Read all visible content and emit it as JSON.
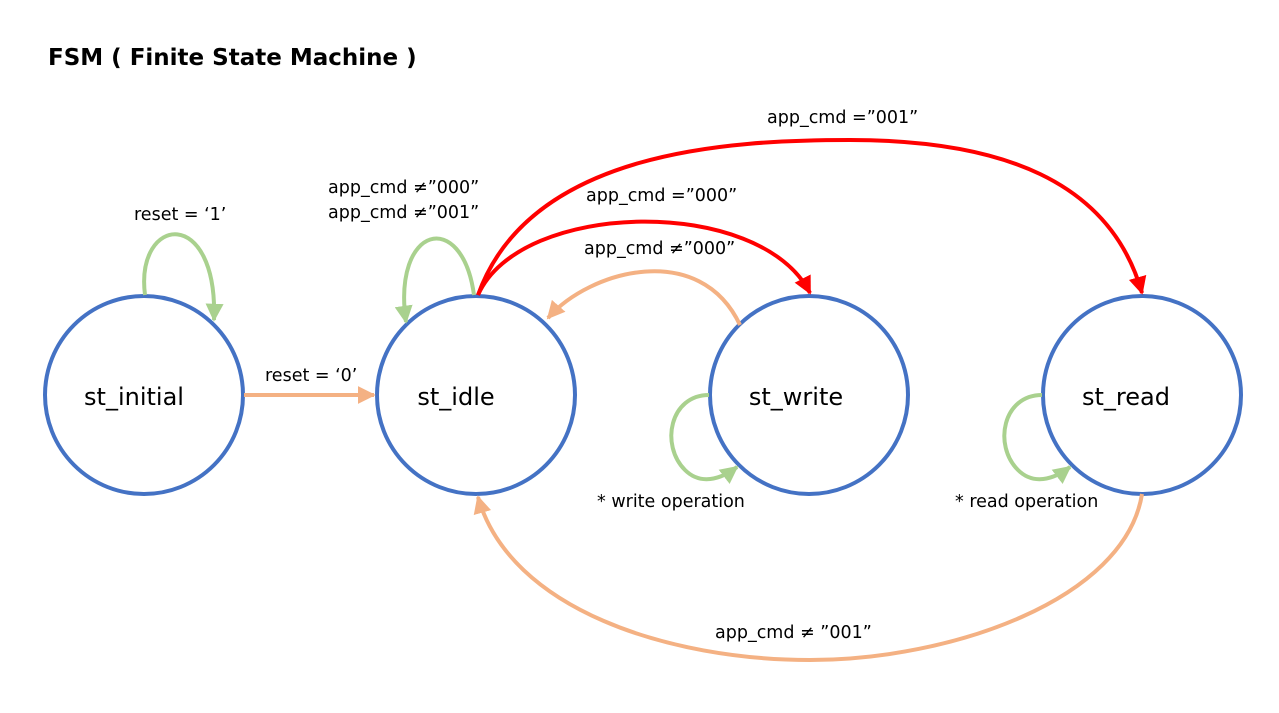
{
  "title": "FSM ( Finite State Machine )",
  "colors": {
    "state_border": "#4472c4",
    "self_loop": "#a9d18e",
    "return_transition": "#f4b183",
    "command_transition": "#ff0000"
  },
  "states": {
    "initial": "st_initial",
    "idle": "st_idle",
    "write": "st_write",
    "read": "st_read"
  },
  "transitions": {
    "reset_hold": "reset = ‘1’",
    "reset_release": "reset = ‘0’",
    "idle_hold_1": "app_cmd ≠”000”",
    "idle_hold_2": "app_cmd ≠”001”",
    "idle_to_write": "app_cmd =”000”",
    "idle_to_read": "app_cmd =”001”",
    "write_to_idle": "app_cmd ≠”000”",
    "read_to_idle": "app_cmd ≠ ”001”"
  },
  "notes": {
    "write_op": "* write operation",
    "read_op": "* read operation"
  }
}
